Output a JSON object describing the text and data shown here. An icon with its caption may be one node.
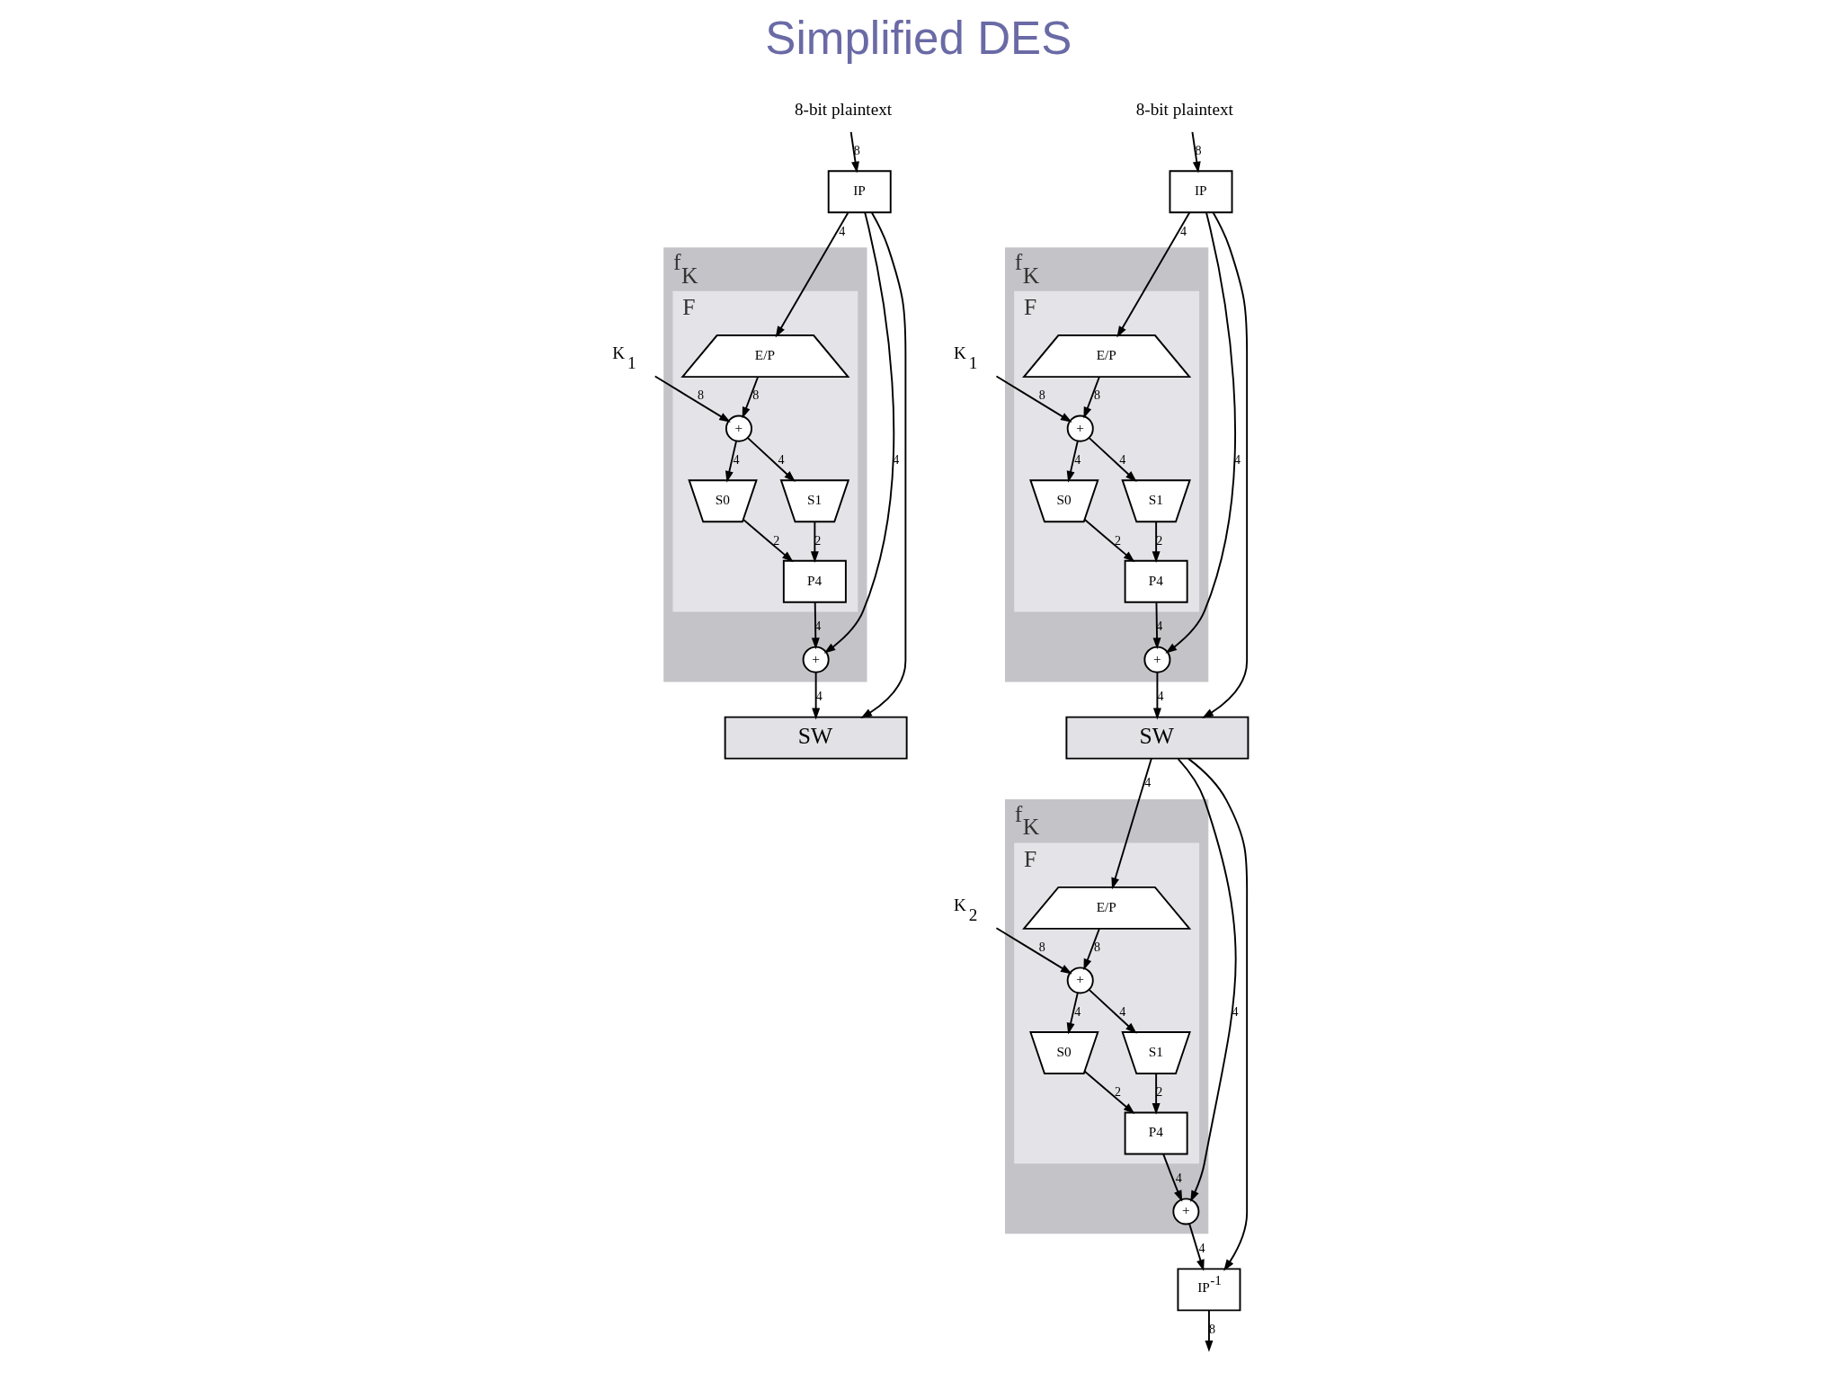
{
  "diagram": {
    "title": "Simplified DES",
    "nodes": [
      {
        "text": [
          "8-bit plaintext"
        ]
      },
      {
        "text": [
          "IP"
        ]
      },
      {
        "text": [
          "f$_{K}$"
        ]
      },
      {
        "text": [
          "F"
        ],
        "in": 2
      },
      {
        "text": [
          "E/P"
        ],
        "in": 3
      },
      {
        "text": [
          "+"
        ],
        "in": 3
      },
      {
        "text": [
          "S0"
        ],
        "in": 3
      },
      {
        "text": [
          "S1"
        ],
        "in": 3
      },
      {
        "text": [
          "P4"
        ],
        "in": 3
      },
      {
        "text": [
          "+"
        ],
        "in": 2
      },
      {
        "text": [
          "K$_{1}$"
        ]
      },
      {
        "text": [
          "SW"
        ]
      },
      {
        "text": [
          "8-bit plaintext"
        ]
      },
      {
        "text": [
          "IP"
        ]
      },
      {
        "text": [
          "f$_{K}$"
        ]
      },
      {
        "text": [
          "F"
        ],
        "in": 14
      },
      {
        "text": [
          "E/P"
        ],
        "in": 15
      },
      {
        "text": [
          "+"
        ],
        "in": 15
      },
      {
        "text": [
          "S0"
        ],
        "in": 15
      },
      {
        "text": [
          "S1"
        ],
        "in": 15
      },
      {
        "text": [
          "P4"
        ],
        "in": 15
      },
      {
        "text": [
          "+"
        ],
        "in": 14
      },
      {
        "text": [
          "K$_{1}$"
        ]
      },
      {
        "text": [
          "SW"
        ]
      },
      {
        "text": [
          "f$_{K}$"
        ]
      },
      {
        "text": [
          "F"
        ],
        "in": 24
      },
      {
        "text": [
          "E/P"
        ],
        "in": 25
      },
      {
        "text": [
          "+"
        ],
        "in": 25
      },
      {
        "text": [
          "S0"
        ],
        "in": 25
      },
      {
        "text": [
          "S1"
        ],
        "in": 25
      },
      {
        "text": [
          "P4"
        ],
        "in": 25
      },
      {
        "text": [
          "+"
        ],
        "in": 24
      },
      {
        "text": [
          "K$_{2}$"
        ]
      },
      {
        "text": [
          "IP$^{-1}$"
        ]
      }
    ],
    "edges": [
      {
        "from": 0,
        "to": 1,
        "arrow": "to",
        "label": "8"
      },
      {
        "from": 1,
        "to": 9,
        "arrow": "to",
        "label": "4"
      },
      {
        "from": 1,
        "to": 4,
        "arrow": "to",
        "label": "4"
      },
      {
        "from": 1,
        "to": 11,
        "arrow": "to"
      },
      {
        "from": 4,
        "to": 5,
        "arrow": "to",
        "label": "8"
      },
      {
        "from": 10,
        "to": 5,
        "arrow": "to",
        "label": "8"
      },
      {
        "from": 5,
        "to": 6,
        "arrow": "to",
        "label": "4"
      },
      {
        "from": 5,
        "to": 7,
        "arrow": "to",
        "label": "4"
      },
      {
        "from": 6,
        "to": 8,
        "arrow": "to",
        "label": "2"
      },
      {
        "from": 7,
        "to": 8,
        "arrow": "to",
        "label": "2"
      },
      {
        "from": 8,
        "to": 9,
        "arrow": "to",
        "label": "4"
      },
      {
        "from": 9,
        "to": 11,
        "arrow": "to",
        "label": "4"
      },
      {
        "from": 12,
        "to": 13,
        "arrow": "to",
        "label": "8"
      },
      {
        "from": 13,
        "to": 21,
        "arrow": "to",
        "label": "4"
      },
      {
        "from": 13,
        "to": 16,
        "arrow": "to",
        "label": "4"
      },
      {
        "from": 13,
        "to": 23,
        "arrow": "to"
      },
      {
        "from": 16,
        "to": 17,
        "arrow": "to",
        "label": "8"
      },
      {
        "from": 22,
        "to": 17,
        "arrow": "to",
        "label": "8"
      },
      {
        "from": 17,
        "to": 18,
        "arrow": "to",
        "label": "4"
      },
      {
        "from": 17,
        "to": 19,
        "arrow": "to",
        "label": "4"
      },
      {
        "from": 18,
        "to": 20,
        "arrow": "to",
        "label": "2"
      },
      {
        "from": 19,
        "to": 20,
        "arrow": "to",
        "label": "2"
      },
      {
        "from": 20,
        "to": 21,
        "arrow": "to",
        "label": "4"
      },
      {
        "from": 21,
        "to": 23,
        "arrow": "to",
        "label": "4"
      },
      {
        "from": 23,
        "to": 31,
        "arrow": "to",
        "label": "4"
      },
      {
        "from": 23,
        "to": 26,
        "arrow": "to",
        "label": "4"
      },
      {
        "from": 23,
        "to": 33,
        "arrow": "to"
      },
      {
        "from": 26,
        "to": 27,
        "arrow": "to",
        "label": "8"
      },
      {
        "from": 32,
        "to": 27,
        "arrow": "to",
        "label": "8"
      },
      {
        "from": 27,
        "to": 28,
        "arrow": "to",
        "label": "4"
      },
      {
        "from": 27,
        "to": 29,
        "arrow": "to",
        "label": "4"
      },
      {
        "from": 28,
        "to": 30,
        "arrow": "to",
        "label": "2"
      },
      {
        "from": 29,
        "to": 30,
        "arrow": "to",
        "label": "2"
      },
      {
        "from": 30,
        "to": 31,
        "arrow": "to",
        "label": "4"
      },
      {
        "from": 31,
        "to": 33,
        "arrow": "to",
        "label": "4"
      },
      {
        "from": 33,
        "to": null,
        "arrow": "to",
        "label": "8"
      }
    ]
  }
}
